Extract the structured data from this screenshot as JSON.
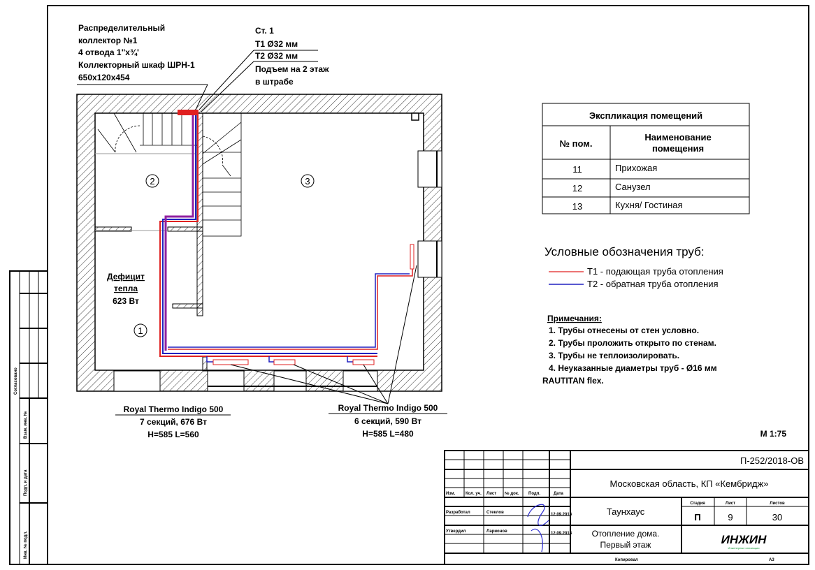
{
  "annotations": {
    "collector": [
      "Распределительный",
      "коллектор №1",
      "4 отвода 1\"х¾'",
      "Коллекторный шкаф ШРН-1",
      "650х120х454"
    ],
    "riser": [
      "Ст. 1",
      "Т1 Ø32 мм",
      "Т2 Ø32 мм",
      "Подъем на 2 этаж",
      "в штрабе"
    ],
    "heat_deficit": [
      "Дефицит",
      "тепла",
      "623 Вт"
    ],
    "radiator_left": [
      "Royal Thermo Indigo 500",
      "7 секций, 676 Вт",
      "H=585 L=560"
    ],
    "radiator_right": [
      "Royal Thermo Indigo 500",
      "6 секций, 590 Вт",
      "H=585 L=480"
    ],
    "rooms": [
      "1",
      "2",
      "3"
    ],
    "scale": "М 1:75"
  },
  "explication": {
    "title": "Экспликация помещений",
    "col_num": "№ пом.",
    "col_name": [
      "Наименование",
      "помещения"
    ],
    "rows": [
      {
        "num": "11",
        "name": "Прихожая"
      },
      {
        "num": "12",
        "name": "Санузел"
      },
      {
        "num": "13",
        "name": "Кухня/ Гостиная"
      }
    ]
  },
  "legend": {
    "title": "Условные обозначения  труб:",
    "items": [
      {
        "label": "Т1 - подающая труба отопления",
        "color": "#e02020"
      },
      {
        "label": "Т2 - обратная труба отопления",
        "color": "#2020c0"
      }
    ]
  },
  "notes": {
    "title": "Примечания:",
    "items": [
      "1.     Трубы отнесены от стен условно.",
      "2.     Трубы проложить открыто по стенам.",
      "3.     Трубы не теплоизолировать.",
      "4.     Неуказанные диаметры труб - Ø16 мм"
    ],
    "tail": "RAUTITAN flex."
  },
  "side_stamp": {
    "agreed": "Согласовано",
    "fields": [
      "Взам. инв. №",
      "Подп. и дата",
      "Инв. № подл."
    ]
  },
  "title_block": {
    "code": "П-252/2018-ОВ",
    "location": "Московская область, КП «Кембридж»",
    "object": "Таунхаус",
    "sheet_title": [
      "Отопление дома.",
      "Первый этаж"
    ],
    "headers": [
      "Изм.",
      "Кол. уч.",
      "Лист",
      "№ док.",
      "Подп.",
      "Дата"
    ],
    "developed_label": "Разработал",
    "developed_name": "Стеклов",
    "developed_date": "12.09.2018",
    "approved_label": "Утвердил",
    "approved_name": "Ларионов",
    "approved_date": "12.09.2018",
    "stage_label": "Стадия",
    "sheet_label": "Лист",
    "sheets_label": "Листов",
    "stage": "П",
    "sheet": "9",
    "sheets": "30",
    "logo": "ИНЖИН",
    "logo_sub": "Инженерные инновации",
    "copied": "Копировал",
    "format": "А3"
  },
  "colors": {
    "supply": "#e02020",
    "return": "#2020c0",
    "accent_logo": "#1a9a3a",
    "signature": "#2a2ad0"
  }
}
